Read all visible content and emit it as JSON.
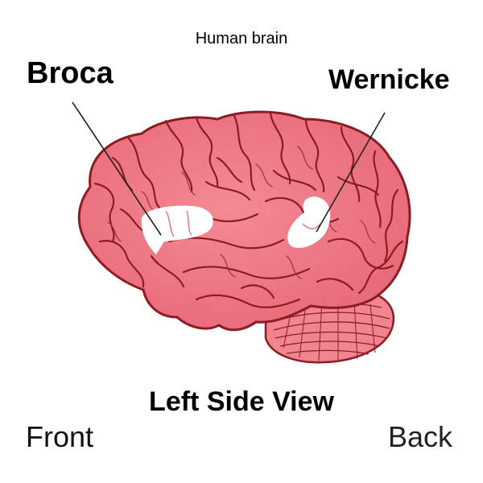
{
  "title": "Human brain",
  "labels": {
    "broca": "Broca",
    "wernicke": "Wernicke"
  },
  "view": "Left Side View",
  "orientation": {
    "front": "Front",
    "back": "Back"
  },
  "colors": {
    "brain_fill": "#ee7a86",
    "brain_stroke": "#8c1c23",
    "cerebellum_fill": "#f1848e",
    "area_highlight": "#ffffff",
    "pointer_line": "#222222"
  }
}
